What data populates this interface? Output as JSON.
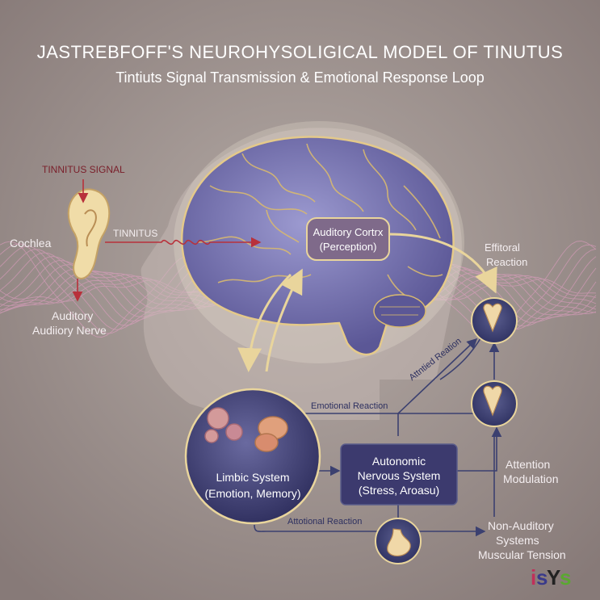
{
  "title": "JASTREBFOFF'S NEUROHYSOLIGICAL MODEL OF TINUTUS",
  "subtitle": "Tintiuts Signal Transmission & Emotional Response Loop",
  "ear": {
    "signal_label": "TINNITUS SIGNAL",
    "tinnitus_label": "TINNITUS",
    "cochlea_label": "Cochlea",
    "nerve_label_1": "Auditory",
    "nerve_label_2": "Audiiory Nerve"
  },
  "cortex": {
    "line1": "Auditory Cortrx",
    "line2": "(Perception)"
  },
  "limbic": {
    "line1": "Limbic System",
    "line2": "(Emotion, Memory)"
  },
  "autonomic": {
    "line1": "Autonomic",
    "line2": "Nervous System",
    "line3": "(Stress, Aroasu)"
  },
  "arrows": {
    "emotional_reaction": "Emotional Reaction",
    "attotional_reaction": "Attotional Reaction",
    "attntied_reation": "Attntied Reation"
  },
  "right_labels": {
    "effitoral_1": "Effitoral",
    "effitoral_2": "Reaction",
    "attention_1": "Attention",
    "attention_2": "Modulation",
    "non_auditory_1": "Non-Auditory",
    "non_auditory_2": "Systems",
    "non_auditory_3": "Muscular Tension"
  },
  "logo": "isYs",
  "icons": [
    "ear-icon",
    "heart-icon",
    "heart-icon",
    "stomach-icon",
    "amygdala-icon",
    "brain-icon",
    "head-silhouette"
  ],
  "colors": {
    "background": "#9c8f8c",
    "wave": "#e8a0c8",
    "brain": "#6e6aa8",
    "box": "#3c3a6e",
    "arrow_gold": "#e9d59c",
    "arrow_red": "#b8313b",
    "line_navy": "#3b4070"
  }
}
